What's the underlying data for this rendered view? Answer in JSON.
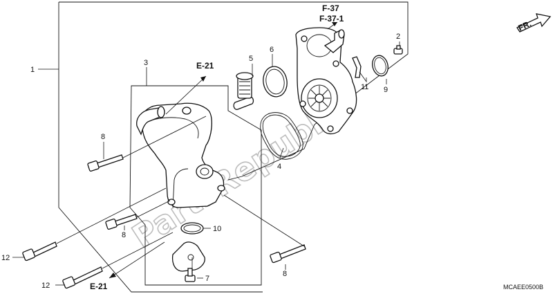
{
  "watermark": "PartsRepublik",
  "direction_arrow": {
    "label": "FR.",
    "icon": "front-direction-arrow-icon"
  },
  "references": {
    "e21_top": "E-21",
    "e21_bottom": "E-21",
    "f37": "F-37",
    "f37_1": "F-37-1"
  },
  "callouts": {
    "c1": "1",
    "c2": "2",
    "c3": "3",
    "c4": "4",
    "c5": "5",
    "c6": "6",
    "c7": "7",
    "c8a": "8",
    "c8b": "8",
    "c8c": "8",
    "c9": "9",
    "c10": "10",
    "c11": "11",
    "c12a": "12",
    "c12b": "12"
  },
  "diagram_code": "MCAEE0500B"
}
